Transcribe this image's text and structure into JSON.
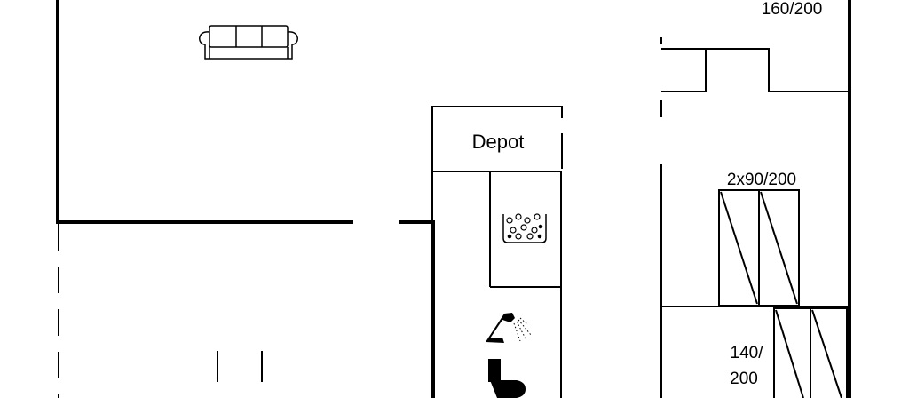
{
  "floorplan": {
    "labels": {
      "depot": "Depot",
      "bed_top": "160/200",
      "bed_twin": "2x90/200",
      "bed_small_line1": "140/",
      "bed_small_line2": "200"
    },
    "icons": [
      "sofa-icon",
      "washing-machine-icon",
      "shower-icon",
      "toilet-icon"
    ],
    "colors": {
      "wall": "#000000",
      "background": "#ffffff"
    }
  }
}
